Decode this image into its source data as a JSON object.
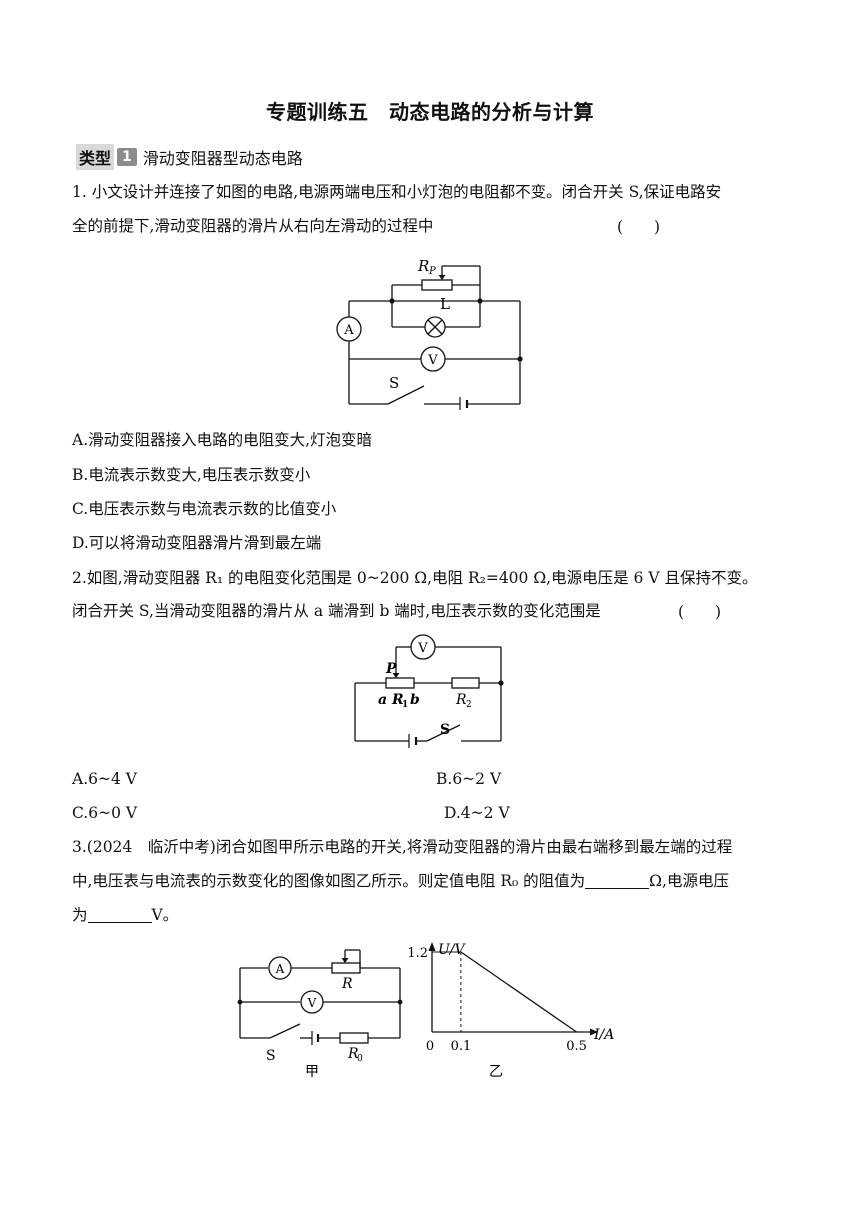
{
  "title": "专题训练五　动态电路的分析与计算",
  "section": {
    "tag": "类型",
    "num": "1",
    "text": "滑动变阻器型动态电路"
  },
  "q1": {
    "line1": "1. 小文设计并连接了如图的电路,电源两端电压和小灯泡的电阻都不变。闭合开关 S,保证电路安",
    "line2": "全的前提下,滑动变阻器的滑片从右向左滑动的过程中",
    "bracket": "(　　)",
    "fig_labels": {
      "rp": "R",
      "rp_sub": "P",
      "lamp": "L",
      "ammeter": "A",
      "voltmeter": "V",
      "switch": "S"
    },
    "options": [
      "A.滑动变阻器接入电路的电阻变大,灯泡变暗",
      "B.电流表示数变大,电压表示数变小",
      "C.电压表示数与电流表示数的比值变小",
      "D.可以将滑动变阻器滑片滑到最左端"
    ]
  },
  "q2": {
    "line1": "2.如图,滑动变阻器 R₁ 的电阻变化范围是 0~200 Ω,电阻 R₂=400 Ω,电源电压是 6 V 且保持不变。",
    "line2": "闭合开关 S,当滑动变阻器的滑片从 a 端滑到 b 端时,电压表示数的变化范围是",
    "bracket": "(　　)",
    "fig_labels": {
      "voltmeter": "V",
      "p": "P",
      "a": "a",
      "r1": "R",
      "r1_sub": "1",
      "b": "b",
      "r2": "R",
      "r2_sub": "2",
      "switch": "S"
    },
    "options": [
      "A.6~4 V",
      "B.6~2 V",
      "C.6~0 V",
      "D.4~2 V"
    ]
  },
  "q3": {
    "line1": "3.(2024　临沂中考)闭合如图甲所示电路的开关,将滑动变阻器的滑片由最右端移到最左端的过程",
    "line2_a": "中,电压表与电流表的示数变化的图像如图乙所示。则定值电阻 R₀ 的阻值为",
    "line2_b": "Ω,电源电压",
    "line3_a": "为",
    "line3_b": "V。",
    "fig_a": {
      "ammeter": "A",
      "voltmeter": "V",
      "r": "R",
      "switch": "S",
      "r0": "R",
      "r0_sub": "0",
      "caption": "甲"
    },
    "fig_b": {
      "ylabel": "U/V",
      "xlabel": "I/A",
      "y_tick": "1.2",
      "x_ticks": [
        "0",
        "0.1",
        "0.5"
      ],
      "caption": "乙"
    }
  },
  "chart_data": {
    "type": "line",
    "x": [
      0.1,
      0.5
    ],
    "y": [
      1.2,
      0
    ],
    "xlabel": "I/A",
    "ylabel": "U/V",
    "xlim": [
      0,
      0.55
    ],
    "ylim": [
      0,
      1.35
    ],
    "grid": false
  }
}
